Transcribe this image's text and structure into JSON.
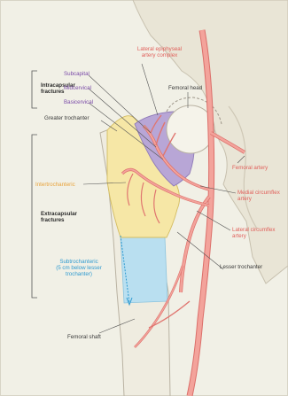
{
  "colors": {
    "background": "#f1f0e6",
    "bone": "#efece0",
    "bone_outline": "#b9b2a2",
    "trochanter_fill": "#f6e7a6",
    "subtroch_fill": "#b9dff0",
    "capsule_fill": "#b8a6d6",
    "artery": "#f3a39b",
    "artery_outline": "#dc6f6a",
    "artery_label": "#e05f5a",
    "intertroch_label": "#e8a23a",
    "subtroch_label": "#2e9ad0",
    "capsular_label": "#7a4aa8",
    "text": "#333333"
  },
  "labels": {
    "lateral_epiphyseal": "Lateral epiphyseal\nartery complex",
    "intracapsular": "Intracapsular\nfractures",
    "subcapital": "Subcapital",
    "midcervical": "Midcervical",
    "basicervical": "Basicervical",
    "femoral_head": "Femoral head",
    "greater_trochanter": "Greater trochanter",
    "femoral_artery": "Femoral artery",
    "intertrochanteric": "Intertrochanteric",
    "medial_circumflex": "Medial circumflex\nartery",
    "extracapsular": "Extracapsular\nfractures",
    "lateral_circumflex": "Lateral circumflex\nartery",
    "subtrochanteric": "Subtrochanteric\n(5 cm below lesser\ntrochanter)",
    "lesser_trochanter": "Lesser trochanter",
    "femoral_shaft": "Femoral shaft"
  }
}
